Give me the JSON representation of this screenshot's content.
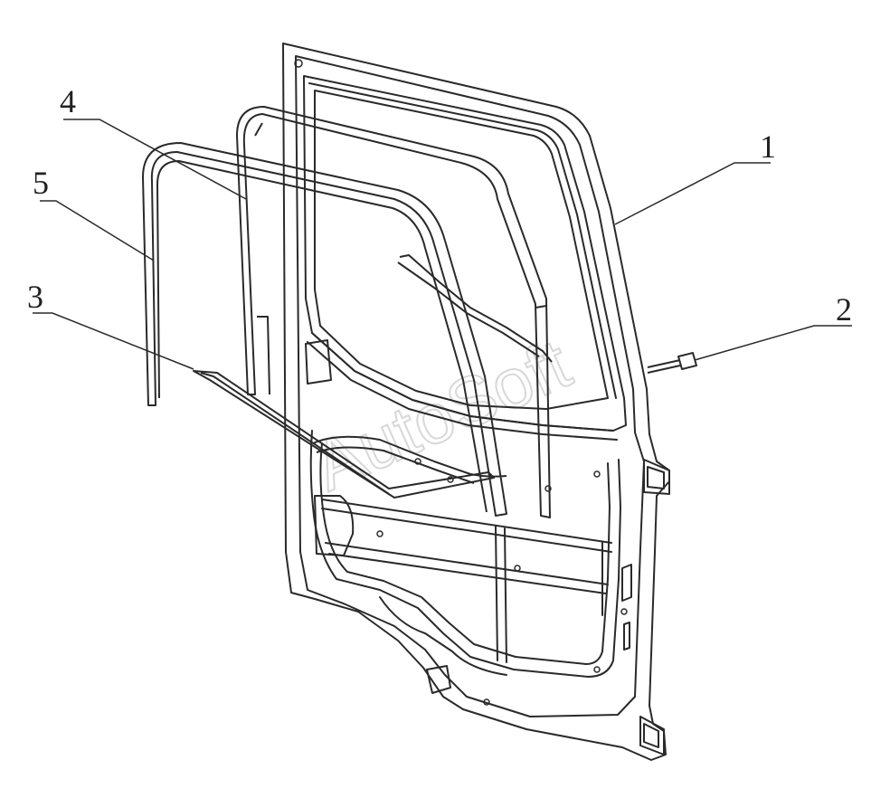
{
  "diagram": {
    "callouts": [
      {
        "id": "1",
        "label": "1"
      },
      {
        "id": "2",
        "label": "2"
      },
      {
        "id": "3",
        "label": "3"
      },
      {
        "id": "4",
        "label": "4"
      },
      {
        "id": "5",
        "label": "5"
      }
    ],
    "watermark": "AutoSoft",
    "colors": {
      "line": "#2a2a2a",
      "background": "#ffffff",
      "watermark": "#d8d8d8"
    }
  }
}
